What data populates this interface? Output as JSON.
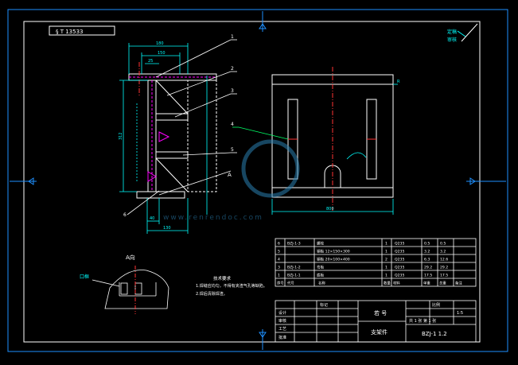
{
  "colors": {
    "background": "#000000",
    "frame": "#1e90ff",
    "outline": "#ffffff",
    "dimension": "#00ffff",
    "leader": "#00ff66",
    "hatch": "#ff00ff",
    "centerline": "#ff3333",
    "table_text": "#ffffff",
    "note_text": "#ffffff",
    "watermark": "#2a7fb0"
  },
  "top_left_stamp": "§ T 13533",
  "top_right_tags": [
    "定稿",
    "审核"
  ],
  "part_callouts": [
    "1",
    "2",
    "3",
    "4",
    "5",
    "6"
  ],
  "section_label": "A",
  "detail_view_label": "A向",
  "detail_callout": "口框",
  "dimensions": {
    "front_top": "180",
    "front_mid": "150",
    "front_small": "25",
    "front_left_height": "312",
    "front_bottom": "130",
    "front_bottom_small": "40",
    "side_width": "800",
    "side_right": "R"
  },
  "tech_notes": {
    "title": "技术要求",
    "lines": [
      "1.焊缝应均匀，不得有夹渣气孔等缺陷。",
      "2.焊后清除焊渣。"
    ]
  },
  "bom": {
    "rows": [
      {
        "no": "6",
        "code": "BZJ-1-3",
        "name": "螺栓",
        "qty": "1",
        "material": "Q235",
        "w1": "0.5",
        "w2": "0.5"
      },
      {
        "no": "5",
        "code": "",
        "name": "钢板 12×150×300",
        "qty": "1",
        "material": "Q235",
        "w1": "3.2",
        "w2": "3.2"
      },
      {
        "no": "4",
        "code": "",
        "name": "钢板 20×100×400",
        "qty": "2",
        "material": "Q235",
        "w1": "6.3",
        "w2": "12.6"
      },
      {
        "no": "3",
        "code": "BZJ-1-2",
        "name": "弯板",
        "qty": "1",
        "material": "Q235",
        "w1": "29.2",
        "w2": "29.2"
      },
      {
        "no": "1",
        "code": "BZJ-1-1",
        "name": "底板",
        "qty": "1",
        "material": "Q235",
        "w1": "17.5",
        "w2": "17.5"
      }
    ],
    "header": [
      "序号",
      "代号",
      "名称",
      "数量",
      "材料",
      "单重",
      "总重",
      "备注"
    ]
  },
  "title_block": {
    "drawing_name": "支架件",
    "drawing_no": "BZJ-1 1.2",
    "scale_label": "比例",
    "scale": "1:5",
    "sheet": "共 1 张  第 1 张",
    "company": "若 号",
    "row_labels": [
      "设计",
      "审核",
      "工艺",
      "批准"
    ],
    "mark_label": "标记"
  },
  "watermark_url": "www.renrendoc.com"
}
